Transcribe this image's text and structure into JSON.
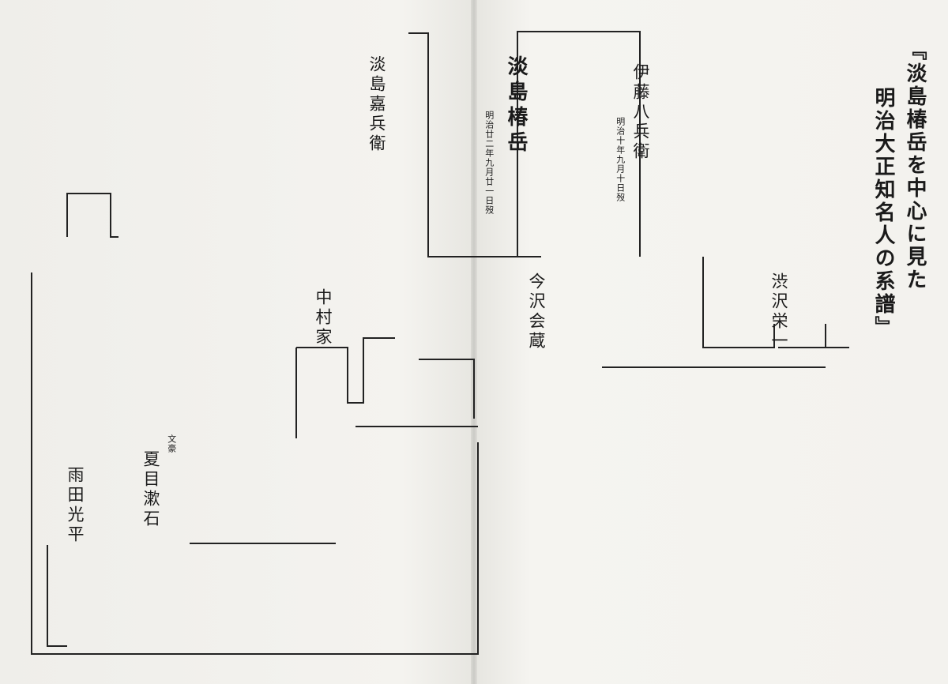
{
  "title": {
    "line1": "『淡島椿岳を中心に見た",
    "line2": "明治大正知名人の系譜』"
  },
  "people": {
    "awashima_chingaku": "淡島椿岳",
    "ito_hachibee": "伊藤八兵衛",
    "awashima_kahee": "淡島嘉兵衛",
    "shibusawa_eiichi": "渋沢栄一",
    "imazawa_kaizo": "今沢会蔵",
    "natsume_soseki": "夏目漱石",
    "ameda_kohei": "雨田光平",
    "nakamura_ke": "中村家"
  },
  "notes": {
    "chingaku_death": "明治廿二年九月廿一日歿",
    "hachibee_death": "明治十年九月十日歿",
    "soseki_role": "文豪"
  }
}
